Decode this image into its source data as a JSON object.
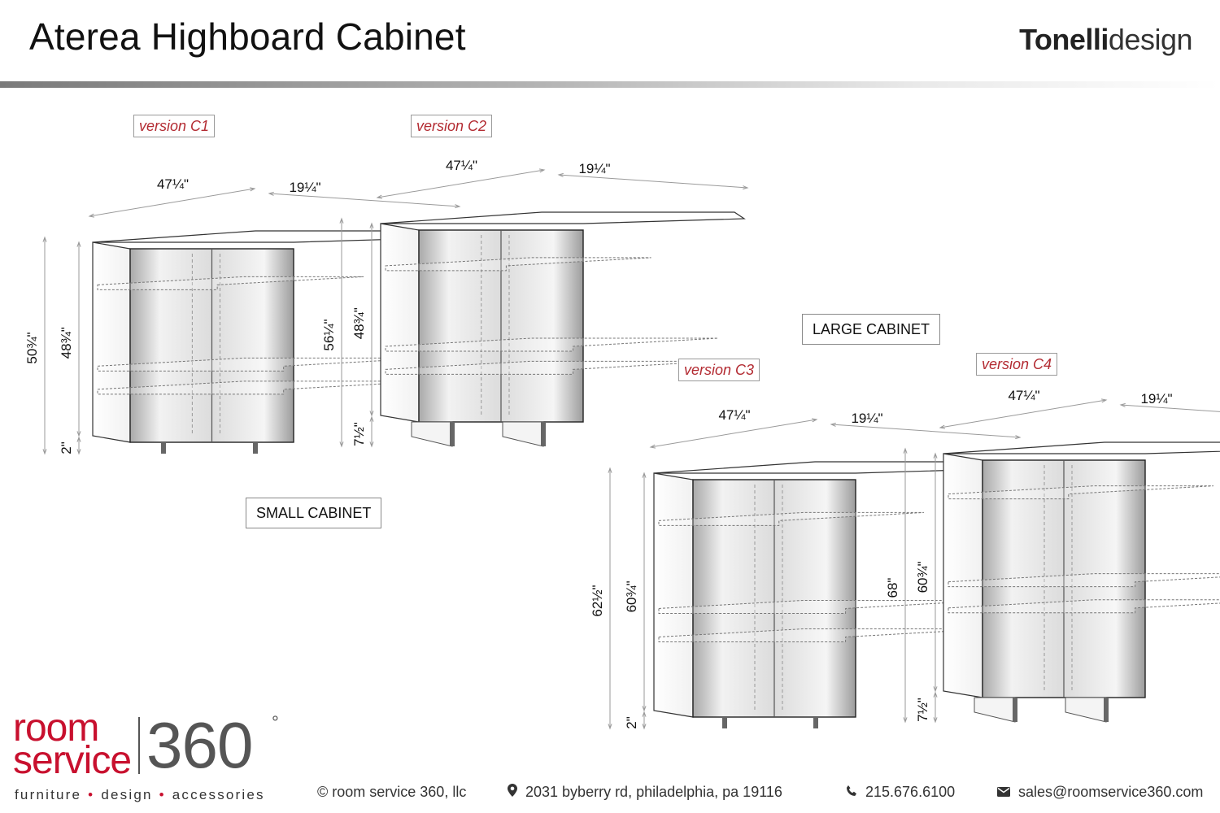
{
  "header": {
    "title": "Aterea Highboard Cabinet",
    "brand_bold": "Tonelli",
    "brand_light": "design"
  },
  "versions": {
    "c1": "version C1",
    "c2": "version C2",
    "c3": "version C3",
    "c4": "version C4"
  },
  "groups": {
    "small": "SMALL CABINET",
    "large": "LARGE CABINET"
  },
  "dimensions": {
    "c1": {
      "width": "47¼\"",
      "depth": "19¼\"",
      "total_height": "50¾\"",
      "body_height": "48¾\"",
      "leg": "2\""
    },
    "c2": {
      "width": "47¼\"",
      "depth": "19¼\"",
      "total_height": "56¼\"",
      "body_height": "48¾\"",
      "leg": "7½\""
    },
    "c3": {
      "width": "47¼\"",
      "depth": "19¼\"",
      "total_height": "62½\"",
      "body_height": "60¾\"",
      "leg": "2\""
    },
    "c4": {
      "width": "47¼\"",
      "depth": "19¼\"",
      "total_height": "68\"",
      "body_height": "60¾\"",
      "leg": "7½\""
    }
  },
  "logo": {
    "room": "room",
    "service": "service",
    "number": "360",
    "degree": "°",
    "tagline": [
      "furniture",
      "design",
      "accessories"
    ]
  },
  "footer": {
    "company": "© room service 360, llc",
    "address": "2031 byberry rd, philadelphia, pa 19116",
    "phone": "215.676.6100",
    "email": "sales@roomservice360.com",
    "icons": [
      "location-pin-icon",
      "phone-icon",
      "envelope-icon"
    ]
  },
  "colors": {
    "accent": "#c8102e",
    "version_text": "#b32b32",
    "line": "#333333",
    "dim_line": "#999999"
  }
}
